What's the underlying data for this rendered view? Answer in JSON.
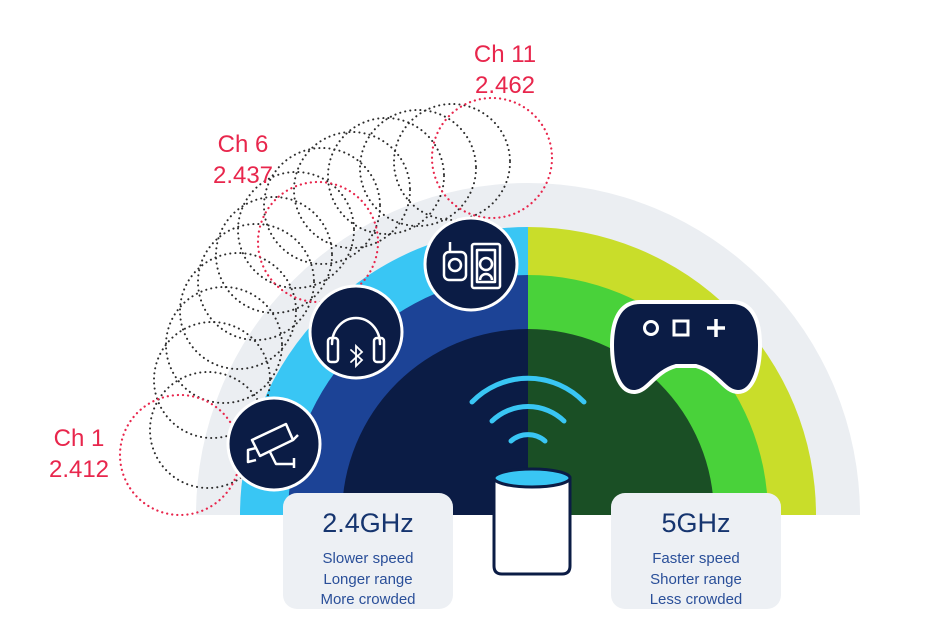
{
  "channels": [
    {
      "channel": "Ch 1",
      "frequency": "2.412"
    },
    {
      "channel": "Ch 6",
      "frequency": "2.437"
    },
    {
      "channel": "Ch 11",
      "frequency": "2.462"
    }
  ],
  "bands": {
    "band_24": {
      "title": "2.4GHz",
      "lines": [
        "Slower speed",
        "Longer range",
        "More crowded"
      ]
    },
    "band_5": {
      "title": "5GHz",
      "lines": [
        "Faster speed",
        "Shorter range",
        "Less crowded"
      ]
    }
  },
  "colors": {
    "channel_red": "#e8264c",
    "grey_arc": "#ebeef2",
    "light_blue": "#39c6f4",
    "mid_blue": "#1c4396",
    "dark_navy": "#0b1c45",
    "yellow_green": "#c9dd2a",
    "bright_green": "#49d23a",
    "dark_green": "#1a4f25",
    "card_bg": "#edf0f4",
    "text_blue": "#1a3f8c"
  },
  "icons": [
    "security-camera-icon",
    "bluetooth-headphones-icon",
    "baby-monitor-icon",
    "game-controller-icon",
    "wifi-signal-icon",
    "router-icon"
  ]
}
